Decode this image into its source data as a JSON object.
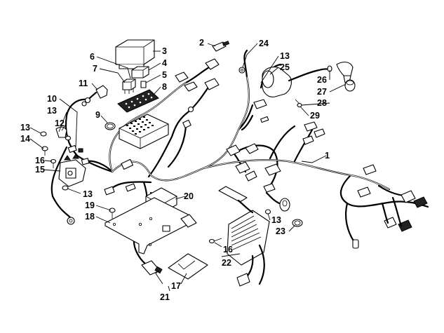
{
  "callouts": [
    {
      "id": "c1",
      "text": "1"
    },
    {
      "id": "c2",
      "text": "2"
    },
    {
      "id": "c3",
      "text": "3"
    },
    {
      "id": "c4",
      "text": "4"
    },
    {
      "id": "c5",
      "text": "5"
    },
    {
      "id": "c6",
      "text": "6"
    },
    {
      "id": "c7",
      "text": "7"
    },
    {
      "id": "c8",
      "text": "8"
    },
    {
      "id": "c9",
      "text": "9"
    },
    {
      "id": "c10",
      "text": "10"
    },
    {
      "id": "c11",
      "text": "11"
    },
    {
      "id": "c12",
      "text": "12"
    },
    {
      "id": "c13a",
      "text": "13"
    },
    {
      "id": "c13b",
      "text": "13"
    },
    {
      "id": "c13c",
      "text": "13"
    },
    {
      "id": "c13d",
      "text": "13"
    },
    {
      "id": "c13e",
      "text": "13"
    },
    {
      "id": "c14",
      "text": "14"
    },
    {
      "id": "c15",
      "text": "15"
    },
    {
      "id": "c16a",
      "text": "16"
    },
    {
      "id": "c16b",
      "text": "16"
    },
    {
      "id": "c17",
      "text": "17"
    },
    {
      "id": "c18",
      "text": "18"
    },
    {
      "id": "c19",
      "text": "19"
    },
    {
      "id": "c20",
      "text": "20"
    },
    {
      "id": "c21",
      "text": "21"
    },
    {
      "id": "c22",
      "text": "22"
    },
    {
      "id": "c23",
      "text": "23"
    },
    {
      "id": "c24",
      "text": "24"
    },
    {
      "id": "c25",
      "text": "25"
    },
    {
      "id": "c26",
      "text": "26"
    },
    {
      "id": "c27",
      "text": "27"
    },
    {
      "id": "c28",
      "text": "28"
    },
    {
      "id": "c29",
      "text": "29"
    }
  ]
}
